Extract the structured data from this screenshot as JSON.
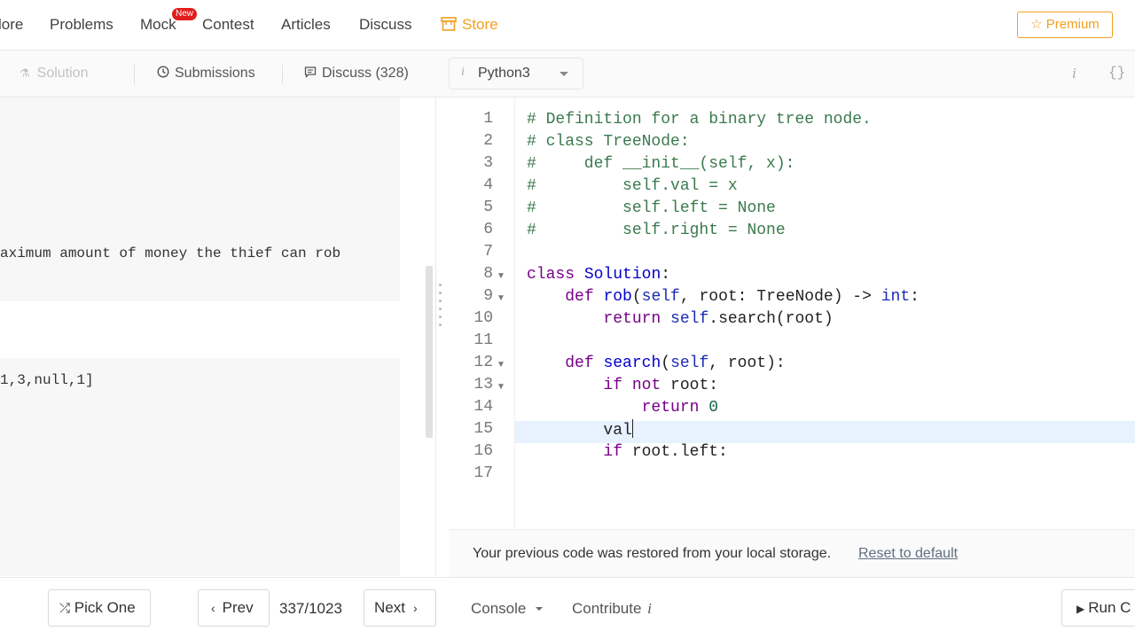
{
  "nav": {
    "items": [
      "lore",
      "Problems",
      "Mock",
      "Contest",
      "Articles",
      "Discuss",
      "Store"
    ],
    "badge": "New",
    "premium": "Premium"
  },
  "tabs": {
    "solution": "Solution",
    "submissions": "Submissions",
    "discuss": "Discuss (328)",
    "language": "Python3",
    "info_icon": "i",
    "braces_icon": "{}"
  },
  "left": {
    "text1": "aximum amount of money the thief can rob",
    "text2": "1,3,null,1]"
  },
  "editor": {
    "line_numbers": [
      "1",
      "2",
      "3",
      "4",
      "5",
      "6",
      "7",
      "8",
      "9",
      "10",
      "11",
      "12",
      "13",
      "14",
      "15",
      "16",
      "17"
    ],
    "code": {
      "l1": "# Definition for a binary tree node.",
      "l2": "# class TreeNode:",
      "l3": "#     def __init__(self, x):",
      "l4": "#         self.val = x",
      "l5": "#         self.left = None",
      "l6": "#         self.right = None",
      "l8_kw": "class",
      "l8_name": "Solution",
      "l8_rest": ":",
      "l9_kw": "def",
      "l9_name": "rob",
      "l9_a": "(",
      "l9_self": "self",
      "l9_b": ", root: TreeNode) -> ",
      "l9_int": "int",
      "l9_c": ":",
      "l10_kw": "return",
      "l10_self": "self",
      "l10_rest": ".search(root)",
      "l12_kw": "def",
      "l12_name": "search",
      "l12_a": "(",
      "l12_self": "self",
      "l12_b": ", root):",
      "l13_kw1": "if",
      "l13_kw2": "not",
      "l13_rest": " root:",
      "l14_kw": "return",
      "l14_num": "0",
      "l15": "val",
      "l16_kw": "if",
      "l16_rest": " root.left:"
    }
  },
  "restore": {
    "message": "Your previous code was restored from your local storage.",
    "reset": "Reset to default"
  },
  "bottom": {
    "pick_one": "Pick One",
    "prev": "Prev",
    "page": "337/1023",
    "next": "Next",
    "console": "Console",
    "contribute": "Contribute",
    "contribute_i": "i",
    "run": "Run C"
  }
}
